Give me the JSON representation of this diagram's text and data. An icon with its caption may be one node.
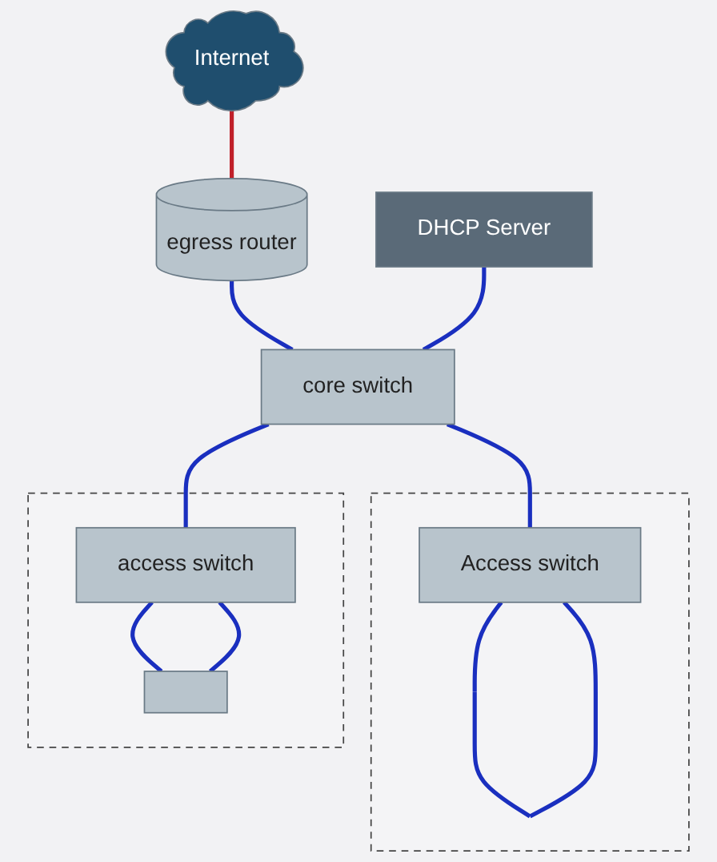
{
  "diagram": {
    "nodes": [
      {
        "text": [
          "Internet"
        ]
      },
      {
        "text": [
          "egress router"
        ]
      },
      {
        "text": [
          "DHCP Server"
        ]
      },
      {
        "text": [
          "core switch"
        ]
      },
      {
        "text": [],
        "shape": "box"
      },
      {
        "text": [
          "Access switch"
        ],
        "in": 4
      },
      {
        "text": [],
        "shape": "box"
      },
      {
        "text": [
          "access switch"
        ],
        "in": 6
      },
      {
        "text": [],
        "shape": "box",
        "in": 6
      }
    ],
    "edges": [
      {
        "from": 0,
        "to": 1,
        "arrow": "none",
        "color": "#c0202a"
      },
      {
        "from": 1,
        "to": 3,
        "arrow": "none"
      },
      {
        "from": 2,
        "to": 3,
        "arrow": "none"
      },
      {
        "from": 3,
        "to": 5,
        "arrow": "none"
      },
      {
        "from": 3,
        "to": 7,
        "arrow": "none"
      },
      {
        "from": 5,
        "to": 5,
        "arrow": "none"
      },
      {
        "from": 7,
        "to": 8,
        "arrow": "none"
      },
      {
        "from": 7,
        "to": 8,
        "arrow": "none"
      }
    ]
  }
}
